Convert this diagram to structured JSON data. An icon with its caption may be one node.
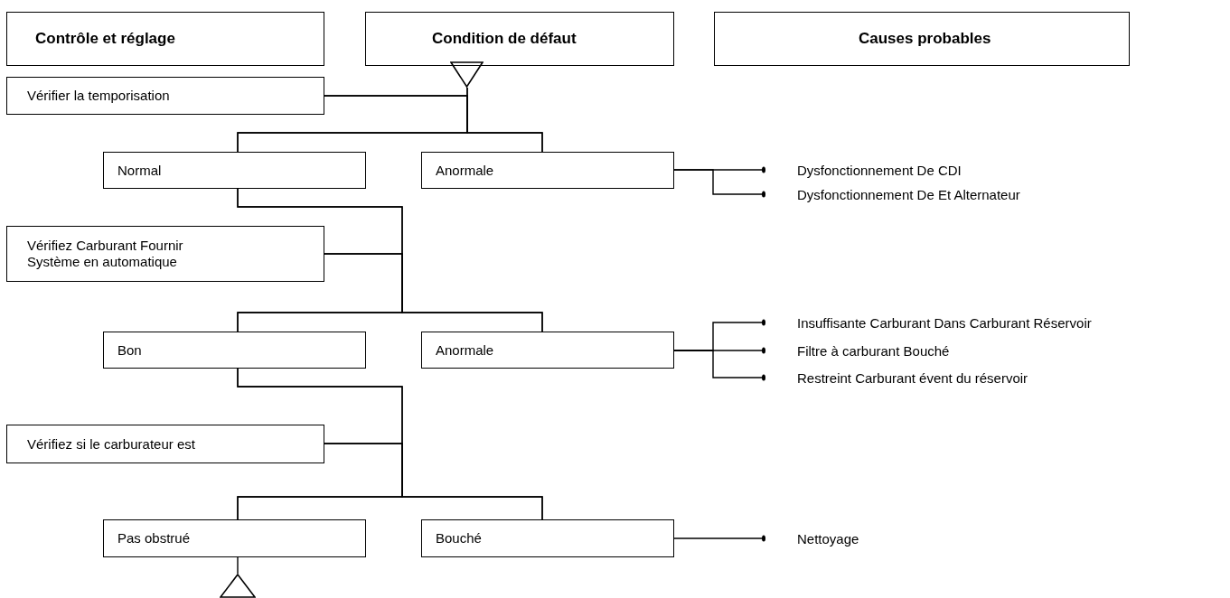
{
  "diagram": {
    "nodes": [
      {
        "text": [
          "Contrôle et réglage"
        ]
      },
      {
        "text": [
          "Condition de défaut"
        ]
      },
      {
        "text": [
          "Causes probables"
        ]
      },
      {
        "text": [
          "Vérifier la temporisation"
        ]
      },
      {
        "text": [
          "Normal"
        ]
      },
      {
        "text": [
          "Anormale"
        ]
      },
      {
        "text": [
          "Vérifiez Carburant Fournir Système en automatique"
        ]
      },
      {
        "text": [
          "Bon"
        ]
      },
      {
        "text": [
          "Anormale"
        ]
      },
      {
        "text": [
          "Vérifiez si le carburateur est"
        ]
      },
      {
        "text": [
          "Pas obstrué"
        ]
      },
      {
        "text": [
          "Bouché"
        ]
      },
      {
        "text": [
          "Dysfonctionnement De CDI"
        ]
      },
      {
        "text": [
          "Dysfonctionnement De Et Alternateur"
        ]
      },
      {
        "text": [
          "Insuffisante Carburant Dans Carburant Réservoir"
        ]
      },
      {
        "text": [
          "Filtre à carburant Bouché"
        ]
      },
      {
        "text": [
          "Restreint Carburant évent du réservoir"
        ]
      },
      {
        "text": [
          "Nettoyage"
        ]
      },
      {
        "text": [],
        "shape": "triangle"
      },
      {
        "text": [],
        "shape": "triangle"
      }
    ],
    "edges": [
      {
        "from": 18,
        "to": 4,
        "arrow": "none"
      },
      {
        "from": 18,
        "to": 5,
        "arrow": "none"
      },
      {
        "from": 3,
        "to": 4,
        "arrow": "none"
      },
      {
        "from": 3,
        "to": 5,
        "arrow": "none"
      },
      {
        "from": 4,
        "to": 7,
        "arrow": "none"
      },
      {
        "from": 4,
        "to": 8,
        "arrow": "none"
      },
      {
        "from": 6,
        "to": 7,
        "arrow": "none"
      },
      {
        "from": 6,
        "to": 8,
        "arrow": "none"
      },
      {
        "from": 7,
        "to": 10,
        "arrow": "none"
      },
      {
        "from": 7,
        "to": 11,
        "arrow": "none"
      },
      {
        "from": 9,
        "to": 10,
        "arrow": "none"
      },
      {
        "from": 9,
        "to": 11,
        "arrow": "none"
      },
      {
        "from": 10,
        "to": 19,
        "arrow": "none"
      },
      {
        "from": 5,
        "to": 12,
        "arrow": "other"
      },
      {
        "from": 5,
        "to": 13,
        "arrow": "other"
      },
      {
        "from": 8,
        "to": 14,
        "arrow": "other"
      },
      {
        "from": 8,
        "to": 15,
        "arrow": "other"
      },
      {
        "from": 8,
        "to": 16,
        "arrow": "other"
      },
      {
        "from": 11,
        "to": 17,
        "arrow": "other"
      }
    ]
  }
}
